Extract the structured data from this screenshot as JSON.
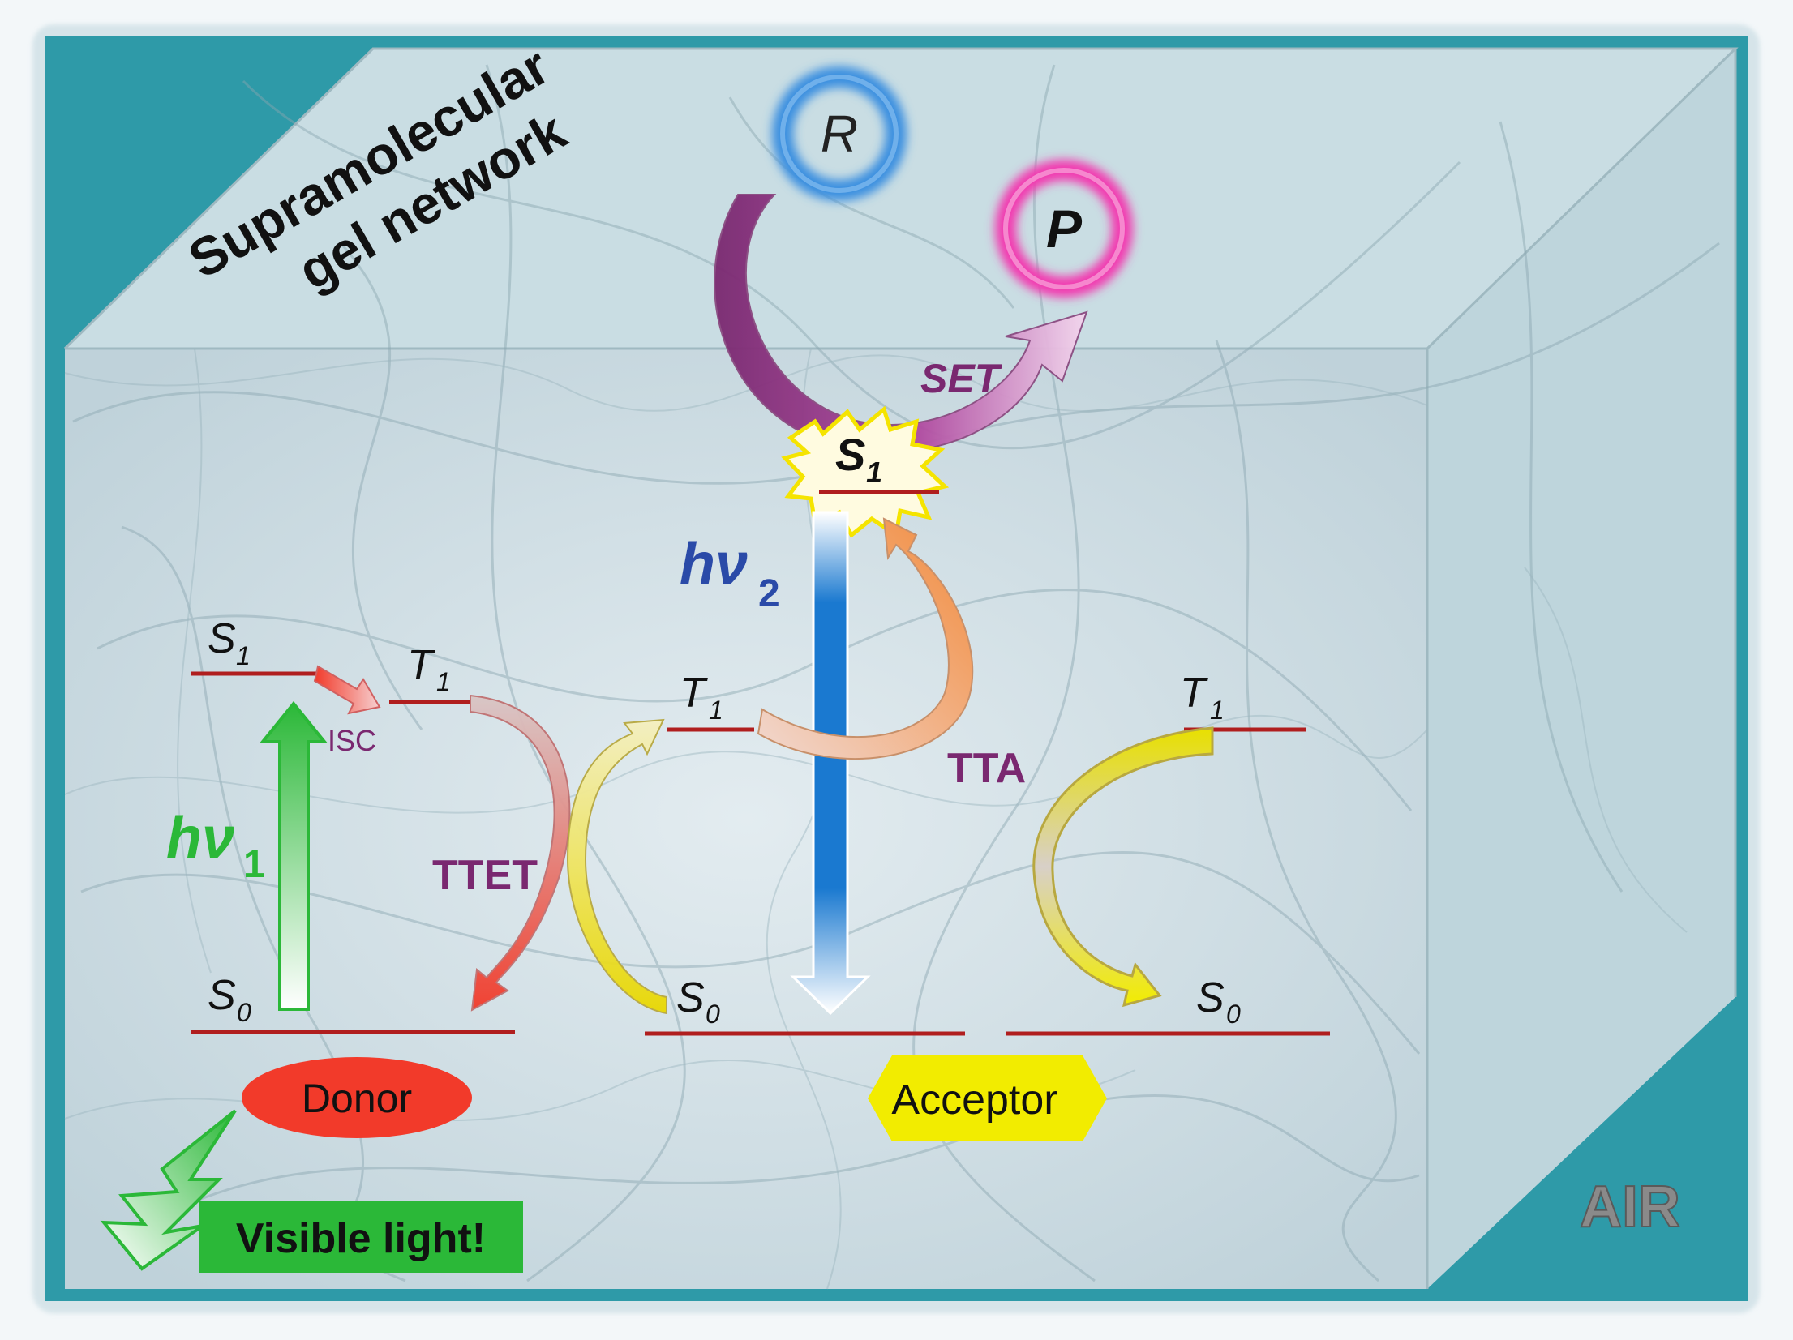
{
  "title": {
    "line1": "Supramolecular",
    "line2": "gel network"
  },
  "reactant": "R",
  "product": "P",
  "set_label": "SET",
  "acceptor_s1": {
    "base": "S",
    "sub": "1"
  },
  "hv2": {
    "base": "hν",
    "sub": "2"
  },
  "hv1": {
    "base": "hν",
    "sub": "1"
  },
  "donor_s1": {
    "base": "S",
    "sub": "1"
  },
  "donor_t1": {
    "base": "T",
    "sub": "1"
  },
  "donor_s0": {
    "base": "S",
    "sub": "0"
  },
  "isc_label": "ISC",
  "ttet_label": "TTET",
  "acceptor_left_t1": {
    "base": "T",
    "sub": "1"
  },
  "acceptor_left_s0": {
    "base": "S",
    "sub": "0"
  },
  "tta_label": "TTA",
  "acceptor_right_t1": {
    "base": "T",
    "sub": "1"
  },
  "acceptor_right_s0": {
    "base": "S",
    "sub": "0"
  },
  "donor_label": "Donor",
  "acceptor_label": "Acceptor",
  "visible_light_label": "Visible light!",
  "air_label": "AIR",
  "colors": {
    "box_teal": "#2e9aa8",
    "level_line": "#b01e1e",
    "green": "#2bb838",
    "blue": "#1a79d0",
    "purple": "#7a2870",
    "orange": "#f28a3a",
    "yellow": "#f2ec00",
    "donor_red": "#f23a2a",
    "reactant_ring": "#3a8fe0",
    "product_ring": "#f23ab0"
  }
}
